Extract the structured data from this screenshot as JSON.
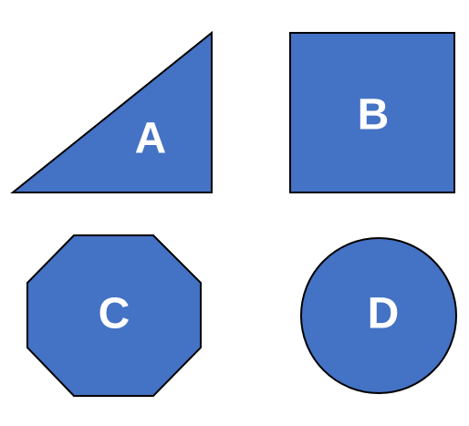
{
  "colors": {
    "fill": "#4472C4",
    "stroke": "#000000",
    "label": "#FFFFFF",
    "background": "#FFFFFF"
  },
  "shapes": [
    {
      "kind": "right-triangle",
      "label": "A"
    },
    {
      "kind": "square",
      "label": "B"
    },
    {
      "kind": "octagon",
      "label": "C"
    },
    {
      "kind": "circle",
      "label": "D"
    }
  ]
}
